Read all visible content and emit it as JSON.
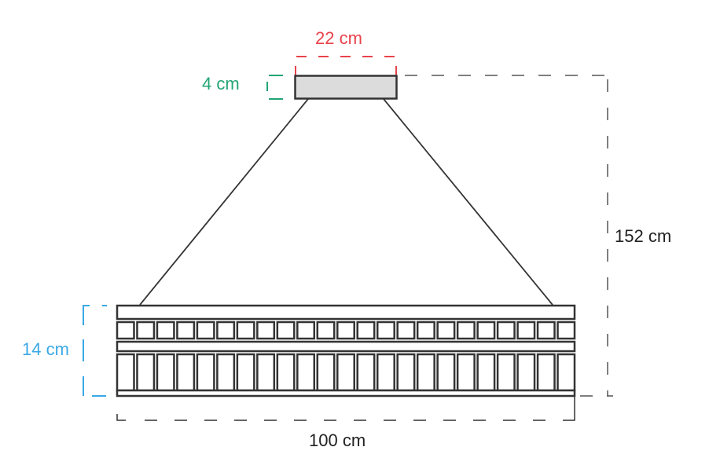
{
  "diagram": {
    "type": "pendant-lamp-dimension-drawing",
    "colors": {
      "outline": "#333333",
      "canopy_fill": "#dcdcdc",
      "canopy_width_dim": "#e8434b",
      "canopy_height_dim": "#22a574",
      "body_height_dim": "#3aa8e6",
      "overall_dim": "#333333"
    },
    "dimensions": {
      "canopy_width": "22 cm",
      "canopy_height": "4 cm",
      "overall_height": "152 cm",
      "body_height": "14 cm",
      "body_width": "100 cm"
    },
    "lamp": {
      "square_count": 23,
      "tall_rect_count": 23
    }
  }
}
